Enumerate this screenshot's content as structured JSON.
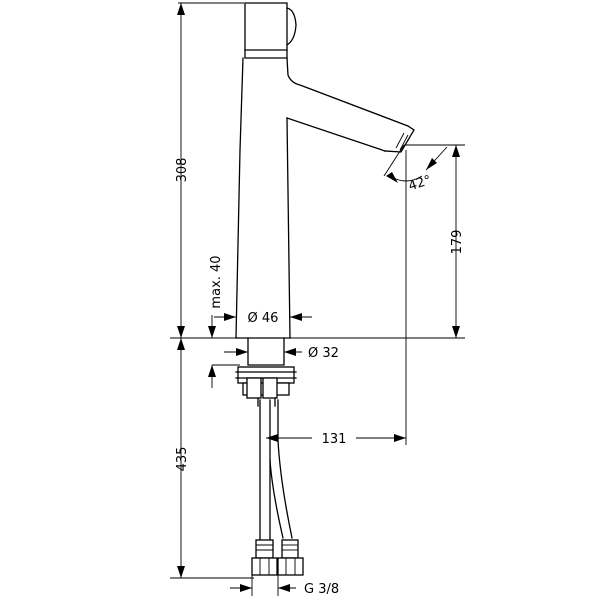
{
  "dimensions": {
    "total_height_above": "308",
    "spout_height": "179",
    "spout_angle": "42°",
    "max_plate": "max. 40",
    "body_diameter": "Ø 46",
    "shank_diameter": "Ø 32",
    "below_deck": "435",
    "projection": "131",
    "thread": "G 3/8"
  }
}
